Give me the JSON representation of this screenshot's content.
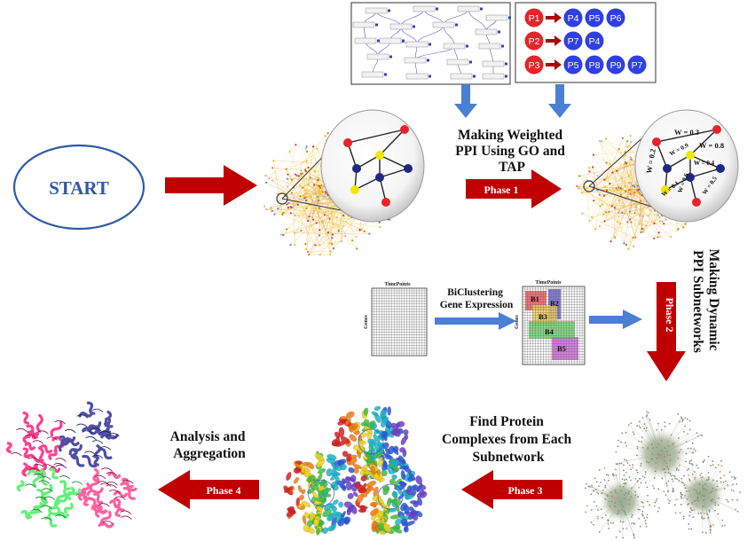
{
  "start_label": "START",
  "step_weighted_ppi": {
    "lines": [
      "Making Weighted",
      "PPI Using GO and",
      "TAP"
    ],
    "phase": "Phase 1"
  },
  "step_dynamic_ppi": {
    "lines": [
      "Making Dynamic",
      "PPI Subnetworks"
    ],
    "phase": "Phase 2"
  },
  "step_biclustering": {
    "lines": [
      "BiClustering",
      "Gene Expression"
    ]
  },
  "step_find_complexes": {
    "lines": [
      "Find Protein",
      "Complexes from Each",
      "Subnetwork"
    ],
    "phase": "Phase 3"
  },
  "step_analysis": {
    "lines": [
      "Analysis and",
      "Aggregation"
    ],
    "phase": "Phase 4"
  },
  "matrix_labels": {
    "top": "TimePoints",
    "side": "Genes"
  },
  "biclusters": [
    "B1",
    "B2",
    "B3",
    "B4",
    "B5"
  ],
  "tap_table": [
    {
      "bait": "P1",
      "preys": [
        "P4",
        "P5",
        "P6"
      ]
    },
    {
      "bait": "P2",
      "preys": [
        "P7",
        "P4"
      ]
    },
    {
      "bait": "P3",
      "preys": [
        "P5",
        "P8",
        "P9",
        "P7"
      ]
    }
  ],
  "edge_weights": [
    "W = 0.3",
    "W = 0.8",
    "W = 0.2",
    "W = 0.9",
    "W = 0.4",
    "W = 0.1",
    "W = 0.6",
    "W = 0.5"
  ],
  "colors": {
    "arrow_red": "#c00000",
    "arrow_blue": "#4a7fd4",
    "node_red": "#e8232a",
    "node_blue": "#1c2a80",
    "node_yellow": "#f2e600",
    "bait_red": "#e8232a",
    "prey_blue": "#2f3fe0",
    "start_blue": "#2e5aa8"
  }
}
